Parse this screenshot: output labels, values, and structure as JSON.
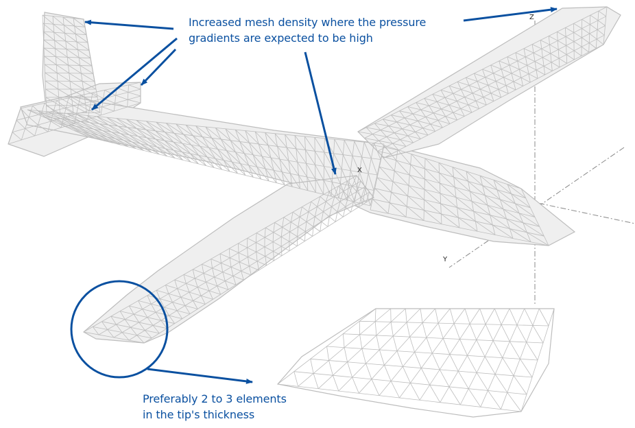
{
  "annotations": {
    "mesh_density_line1": "Increased mesh density where the pressure",
    "mesh_density_line2": "gradients are expected to be high",
    "tip_line1": "Preferably 2 to 3 elements",
    "tip_line2": "in the tip's thickness"
  },
  "axes": {
    "x_label": "X",
    "y_label": "Y",
    "z_label": "Z"
  },
  "colors": {
    "annotation": "#0a50a0",
    "mesh_line": "#bdbdbd",
    "surface_fill": "#efefef",
    "axis_line": "#888888"
  }
}
